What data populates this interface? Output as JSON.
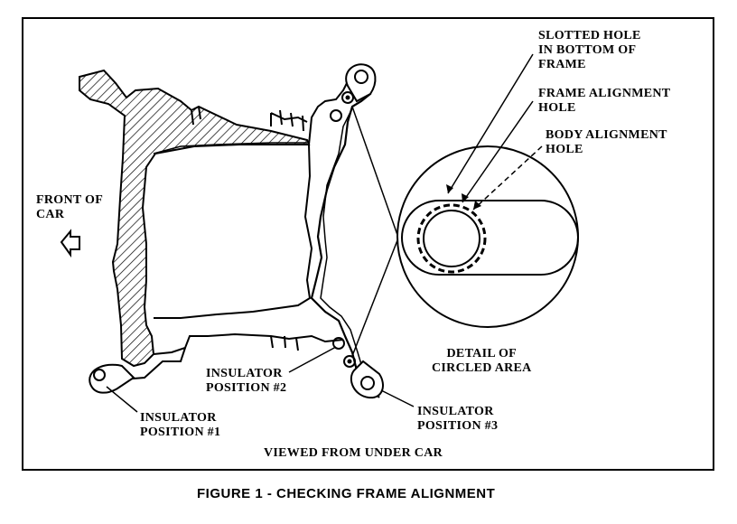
{
  "figure": {
    "caption": "FIGURE 1 - CHECKING FRAME ALIGNMENT",
    "view_note": "VIEWED FROM UNDER CAR"
  },
  "labels": {
    "front_of_car": "FRONT OF\nCAR",
    "slotted_hole": "SLOTTED HOLE\nIN BOTTOM OF\nFRAME",
    "frame_alignment_hole": "FRAME ALIGNMENT\nHOLE",
    "body_alignment_hole": "BODY ALIGNMENT\nHOLE",
    "detail": "DETAIL OF\nCIRCLED AREA",
    "insulator_1": "INSULATOR\nPOSITION #1",
    "insulator_2": "INSULATOR\nPOSITION #2",
    "insulator_3": "INSULATOR\nPOSITION #3"
  }
}
